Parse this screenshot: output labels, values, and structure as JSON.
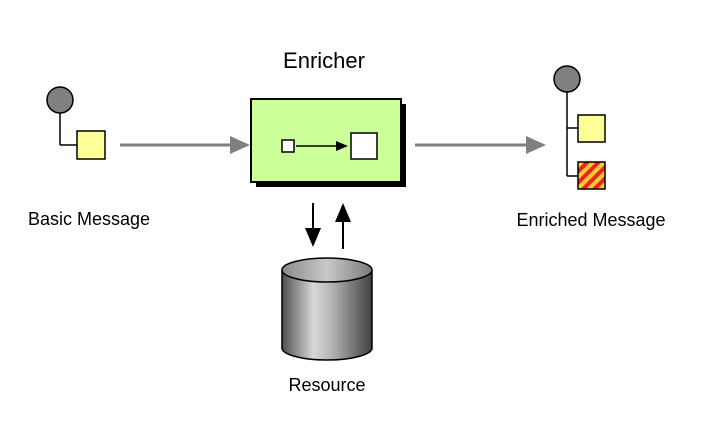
{
  "diagram": {
    "title": "Enricher",
    "basic_label": "Basic Message",
    "enriched_label": "Enriched Message",
    "resource_label": "Resource"
  },
  "colors": {
    "background": "#ffffff",
    "enricher_fill": "#ccff99",
    "message_node": "#808080",
    "message_part": "#ffff99",
    "enriched_part_red": "#e8251c",
    "enriched_part_yellow": "#ffcc33",
    "connector": "#808080",
    "resource_cylinder": "#9a9a9a"
  },
  "icons": {
    "message_root": "circle-node-icon",
    "resource": "database-cylinder-icon",
    "enriched_part": "striped-square-icon"
  }
}
